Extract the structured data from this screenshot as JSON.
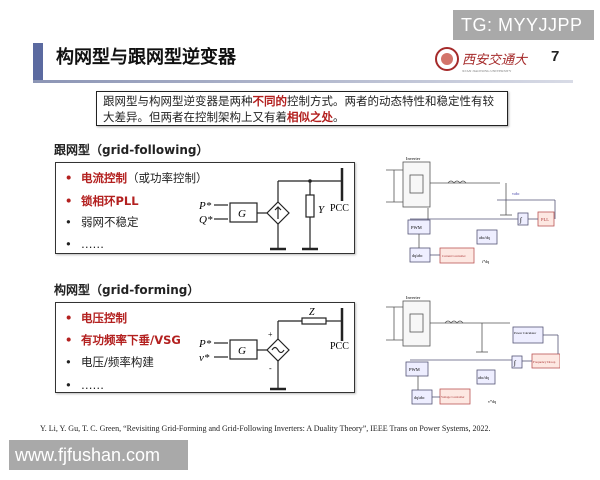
{
  "watermark_top": "TG: MYYJJPP",
  "watermark_bottom": "www.fjfushan.com",
  "slide": {
    "title": "构网型与跟网型逆变器",
    "page_number": "7",
    "logo_text": "西安交通大学",
    "logo_subtext": "XI'AN JIAOTONG UNIVERSITY",
    "accent_color": "#5b6aa0",
    "highlight_color": "#b3201f"
  },
  "intro": {
    "part1": "跟网型与构网型逆变器是两种",
    "highlight1": "不同的",
    "part2": "控制方式。两者的动态特性和稳定性有较大差异。但两者在控制架构上又有着",
    "highlight2": "相似之处",
    "part3": "。"
  },
  "grid_following": {
    "heading": "跟网型（grid-following）",
    "bullets": [
      {
        "text": "电流控制",
        "note": "（或功率控制）",
        "highlight": true
      },
      {
        "text": "锁相环PLL",
        "highlight": true
      },
      {
        "text": "弱网不稳定",
        "highlight": false
      },
      {
        "text": "……",
        "highlight": false
      }
    ],
    "circuit": {
      "in1": "P*",
      "in2": "Q*",
      "block": "G",
      "load": "Y",
      "bus": "PCC"
    },
    "schematic": {
      "inverter": "Inverter",
      "pwm": "PWM",
      "integrator": "∫",
      "pll": "PLL",
      "controller": "Current Controller",
      "meas": "vabc",
      "ref": "i*dq",
      "transform1": "abc/dq",
      "transform2": "dq/abc"
    }
  },
  "grid_forming": {
    "heading": "构网型（grid-forming）",
    "bullets": [
      {
        "text": "电压控制",
        "highlight": true
      },
      {
        "text": "有功频率下垂/VSG",
        "highlight": true
      },
      {
        "text": "电压/频率构建",
        "highlight": false
      },
      {
        "text": "……",
        "highlight": false
      }
    ],
    "circuit": {
      "in1": "P*",
      "in2": "v*",
      "block": "G",
      "impedance": "Z",
      "bus": "PCC",
      "plus": "+",
      "minus": "-"
    },
    "schematic": {
      "inverter": "Inverter",
      "pwm": "PWM",
      "integrator": "∫",
      "power_calc": "Power Calculator",
      "droop": "Frequency Droop",
      "controller": "Voltage Controller",
      "ref": "v*dq",
      "transform1": "abc/dq",
      "transform2": "dq/abc"
    }
  },
  "reference": "Y. Li, Y. Gu, T. C. Green, “Revisiting Grid-Forming and Grid-Following Inverters: A Duality Theory”, IEEE Trans on Power Systems, 2022."
}
